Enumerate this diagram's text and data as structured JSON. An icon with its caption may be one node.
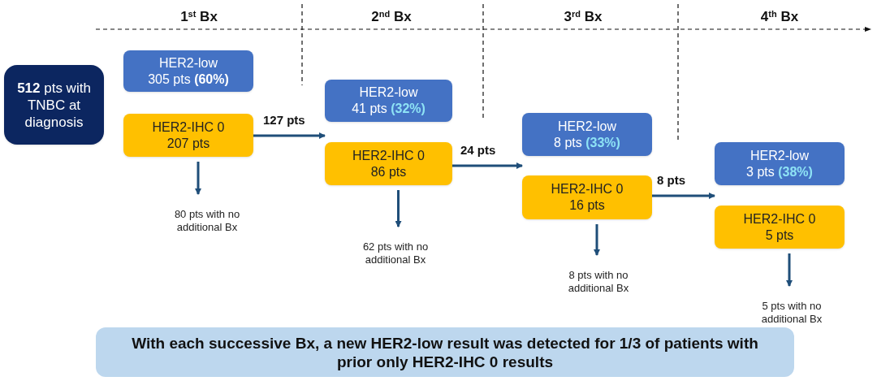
{
  "diagram": {
    "nodes": [
      {
        "text": [
          "**512** pts with TNBC at diagnosis"
        ]
      },
      {
        "text": [
          "HER2-low",
          "305 pts **(60%)**"
        ]
      },
      {
        "text": [
          "HER2-IHC 0",
          "207 pts"
        ]
      },
      {
        "text": [
          "80 pts with no additional Bx"
        ]
      },
      {
        "text": [
          "HER2-low",
          "41 pts **(32%)**"
        ]
      },
      {
        "text": [
          "HER2-IHC 0",
          "86 pts"
        ]
      },
      {
        "text": [
          "62 pts with no additional Bx"
        ]
      },
      {
        "text": [
          "HER2-low",
          "8 pts **(33%)**"
        ]
      },
      {
        "text": [
          "HER2-IHC 0",
          "16 pts"
        ]
      },
      {
        "text": [
          "8 pts with no additional Bx"
        ]
      },
      {
        "text": [
          "HER2-low",
          "3 pts **(38%)**"
        ]
      },
      {
        "text": [
          "HER2-IHC 0",
          "5 pts"
        ]
      },
      {
        "text": [
          "5 pts with no additional Bx"
        ]
      },
      {
        "text": [
          "With each successive Bx, a new HER2-low result was detected for 1/3 of patients with prior only HER2-IHC 0 results"
        ]
      }
    ],
    "edges": [
      {
        "from": 2,
        "to": 3,
        "arrow": "to"
      },
      {
        "from": 2,
        "to": 5,
        "arrow": "to",
        "label": "127 pts"
      },
      {
        "from": 5,
        "to": 6,
        "arrow": "to"
      },
      {
        "from": 5,
        "to": 7,
        "arrow": "to",
        "label": "24 pts"
      },
      {
        "from": 8,
        "to": 9,
        "arrow": "to"
      },
      {
        "from": 8,
        "to": 11,
        "arrow": "to",
        "label": "8 pts"
      },
      {
        "from": 11,
        "to": 12,
        "arrow": "to"
      }
    ],
    "labels": [
      "1$^{st}$ Bx",
      "2$^{nd}$ Bx",
      "3$^{rd}$ Bx",
      "4$^{th}$ Bx"
    ]
  }
}
